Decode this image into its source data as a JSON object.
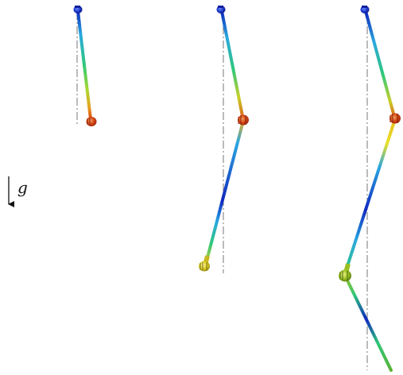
{
  "gravity": {
    "label": "g",
    "arrow_icon": "down-arrow-icon"
  },
  "pendulums": [
    {
      "id": "single",
      "links": 1,
      "pivot_color": "#1a35c8",
      "tip_color": "#d24a16"
    },
    {
      "id": "double",
      "links": 2,
      "pivot_color": "#1a35c8",
      "joint_color": "#d84a18",
      "tip_color": "#d8cc22"
    },
    {
      "id": "triple",
      "links": 3,
      "pivot_color": "#1a35c8",
      "joint_color_1": "#d84a18",
      "joint_color_2": "#9ac020"
    }
  ],
  "colors": {
    "reference_line": "#777777",
    "colormap": [
      "#0a1fb8",
      "#2aa8e0",
      "#30d080",
      "#e8e028",
      "#e86020",
      "#c82a10"
    ]
  }
}
